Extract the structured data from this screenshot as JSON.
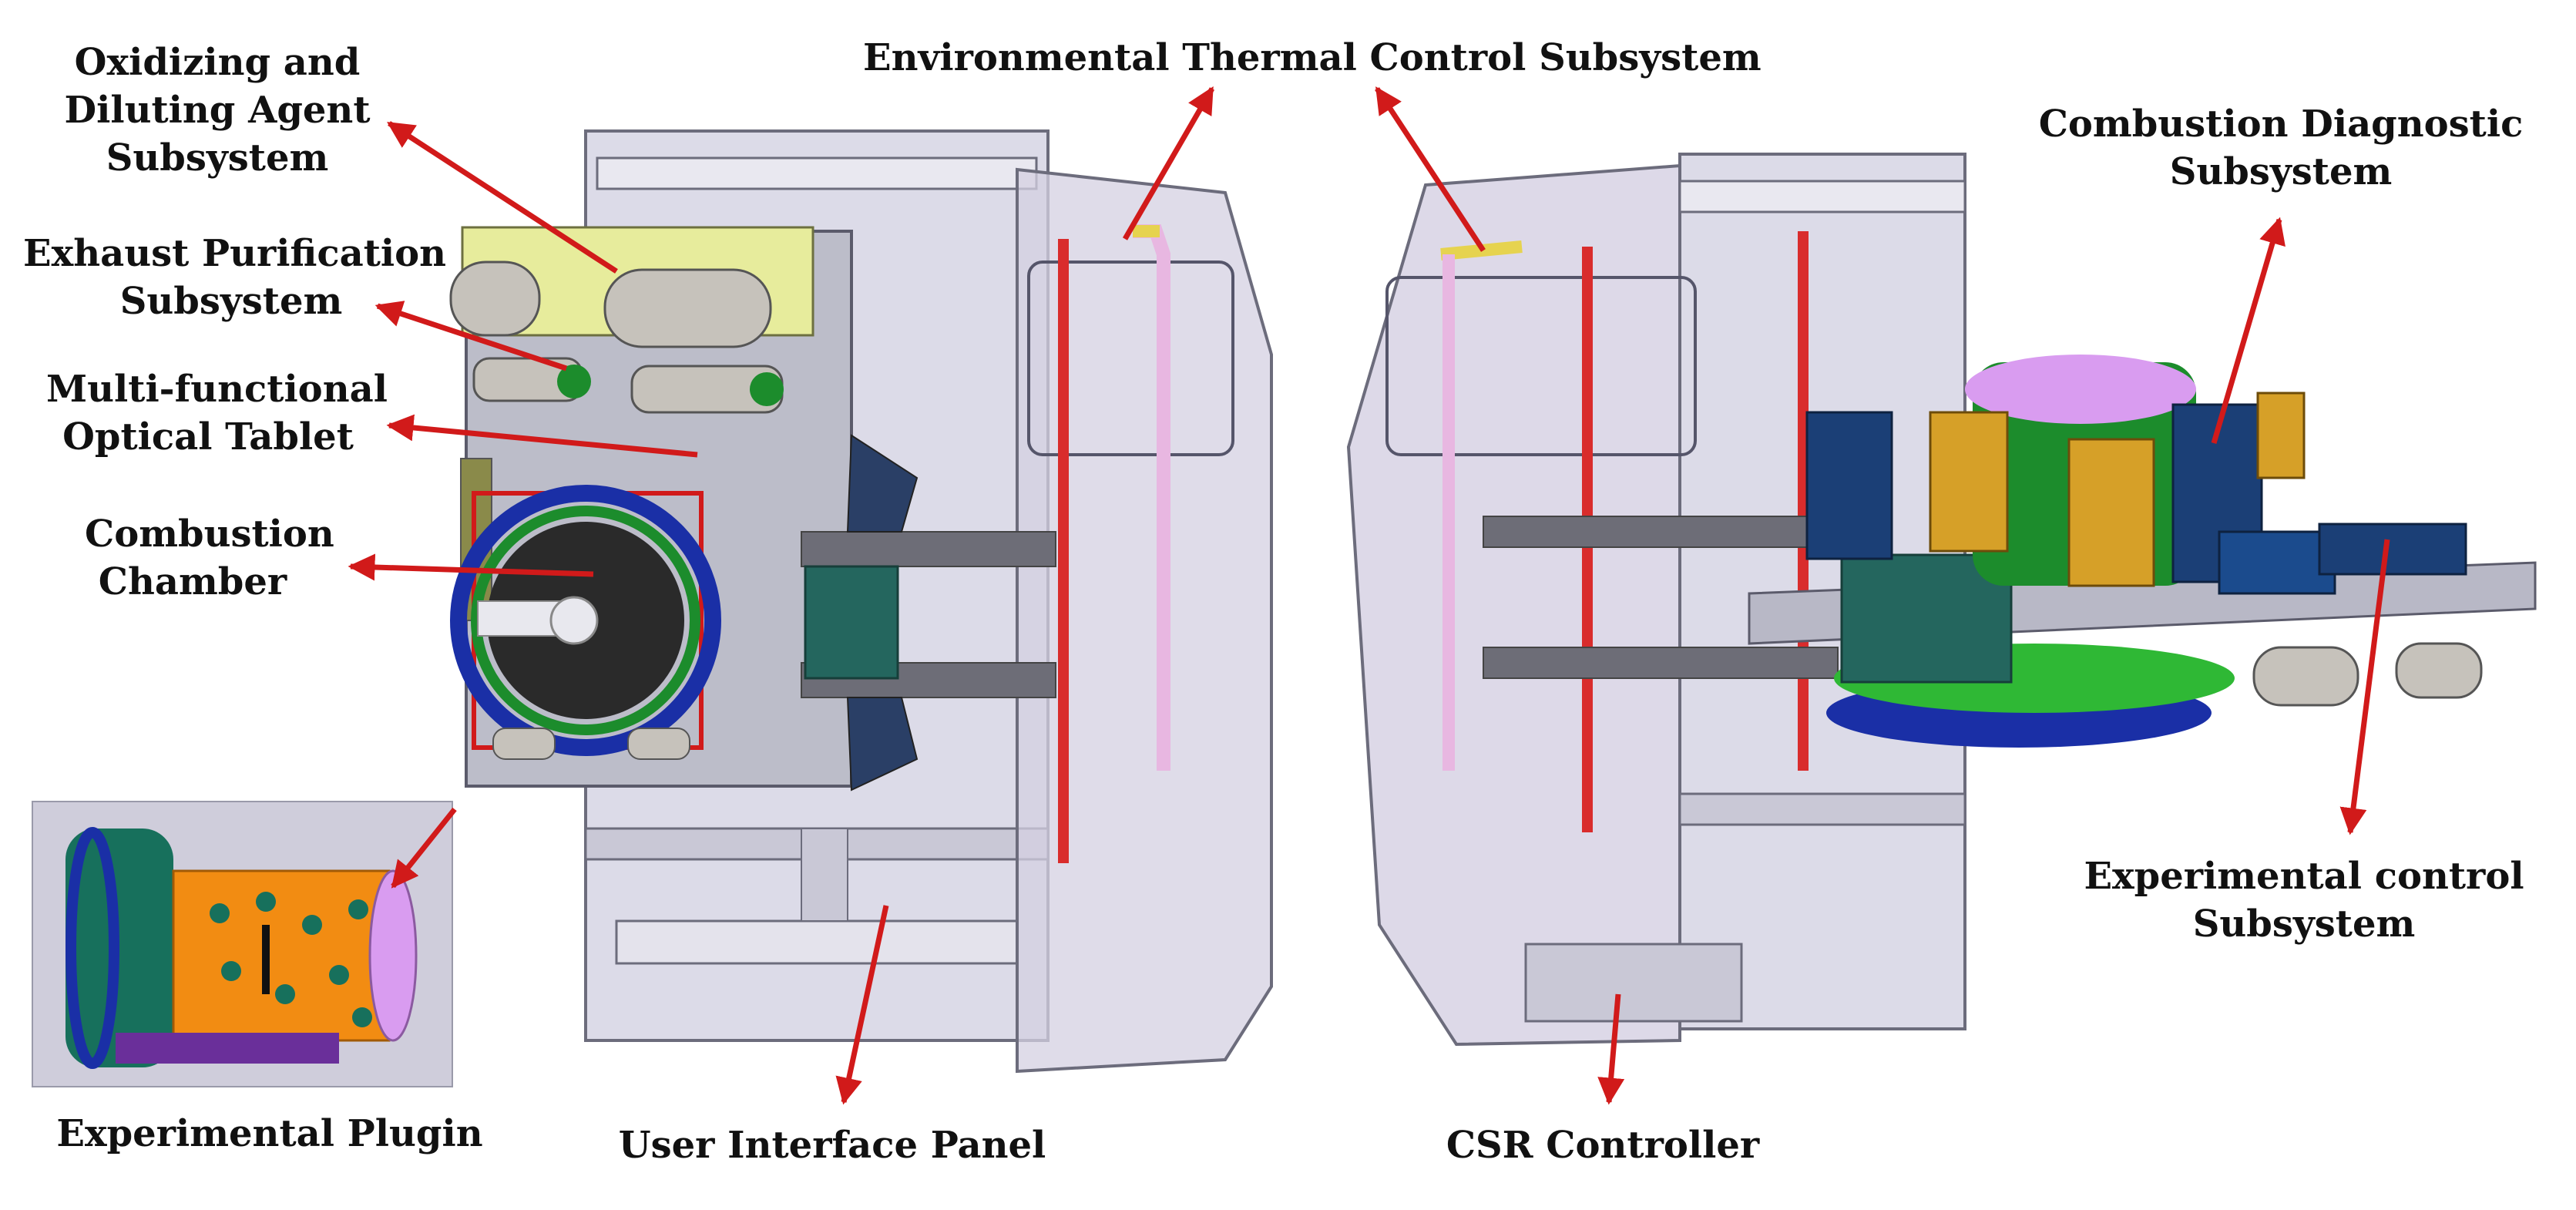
{
  "figure": {
    "colors": {
      "arrow": "#d11a1a",
      "frame_fill": "#dcdbe8",
      "frame_stroke": "#6c6c7c",
      "panel_fill": "#bcbdc9",
      "chamber_blue": "#1a2fa6",
      "chamber_green": "#1c8c2c",
      "chamber_black": "#2a2a2a",
      "tank_fill": "#c6c2bb",
      "plugin_orange": "#f28c12",
      "plugin_green": "#17705c",
      "diagnostic_navy": "#1b3f76",
      "diagnostic_gold": "#d6a028",
      "pipe_pink": "#e8b7e1",
      "pipe_red": "#d92c2c",
      "pipe_yellow": "#e6d34f",
      "chamber_violet": "#d99cf0"
    },
    "labels": {
      "oxidizing": [
        "Oxidizing and",
        "Diluting Agent",
        "Subsystem"
      ],
      "exhaust": [
        "Exhaust Purification",
        "Subsystem"
      ],
      "optical": [
        "Multi-functional",
        "Optical Tablet"
      ],
      "chamber": [
        "Combustion",
        "Chamber"
      ],
      "plugin": [
        "Experimental Plugin"
      ],
      "environmental": [
        "Environmental Thermal Control Subsystem"
      ],
      "user_panel": [
        "User Interface Panel"
      ],
      "csr": [
        "CSR Controller"
      ],
      "diagnostic": [
        "Combustion Diagnostic",
        "Subsystem"
      ],
      "control": [
        "Experimental control",
        "Subsystem"
      ]
    }
  }
}
